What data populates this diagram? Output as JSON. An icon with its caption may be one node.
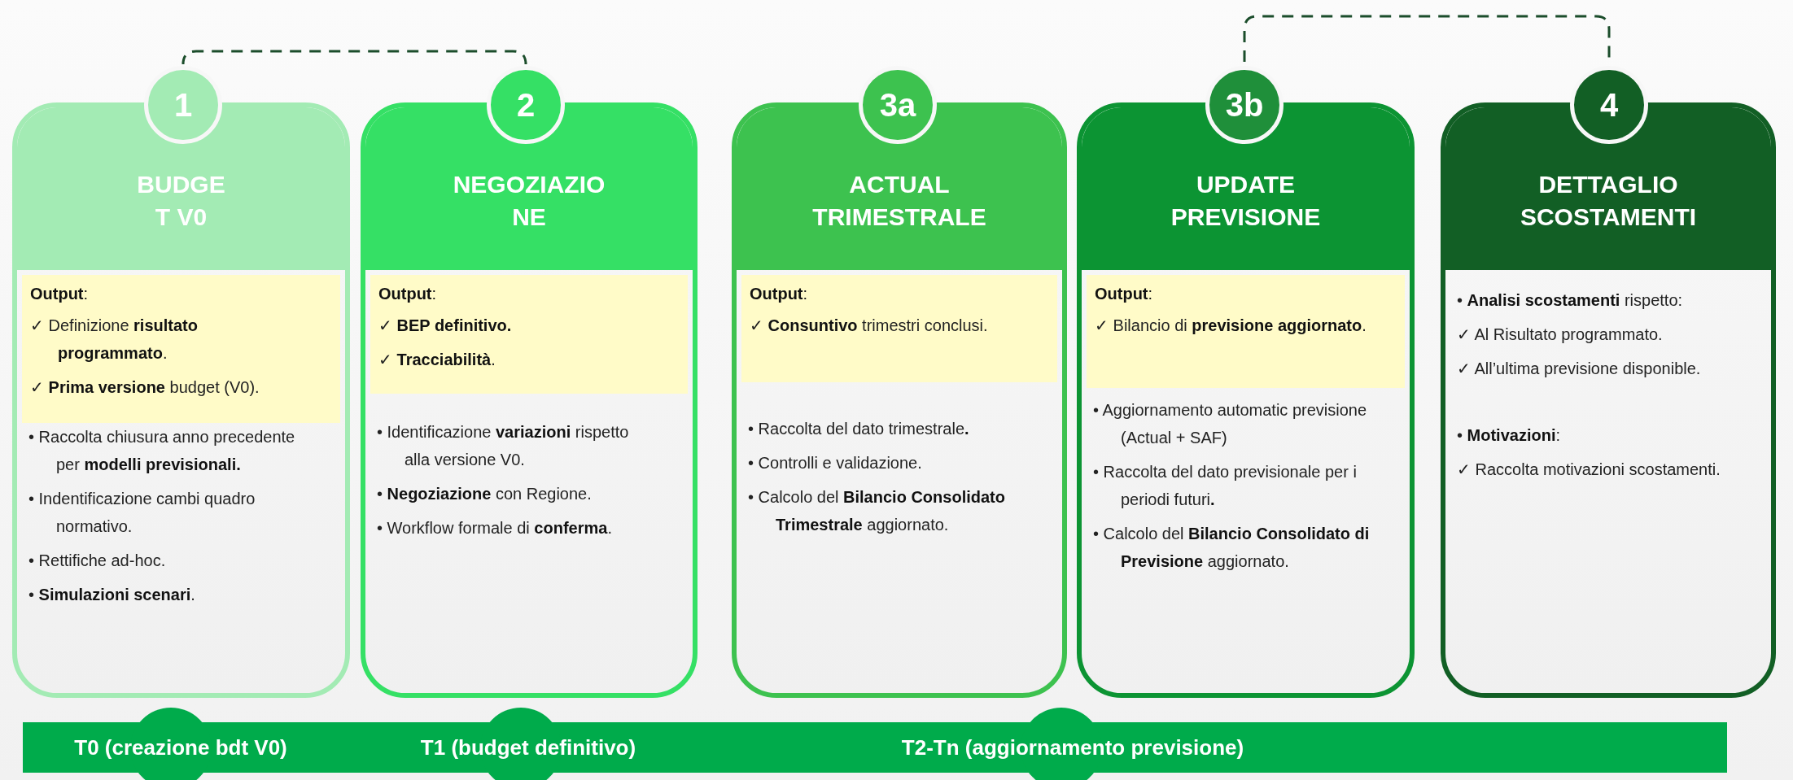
{
  "diagram": {
    "nodes": [
      {
        "text": [
          "1"
        ]
      },
      {
        "text": [
          "BUDGE T V0",
          "• Raccolta chiusura anno precedente per **modelli previsionali.**",
          "• Indentificazione cambi quadro normativo.",
          "• Rettifiche ad-hoc.",
          "• **Simulazioni scenari**."
        ]
      },
      {
        "text": [
          "**Output**:",
          "✓ Definizione **risultato programmato**.",
          "✓ **Prima versione** budget (V0)."
        ],
        "in": 1
      },
      {
        "text": [
          "2"
        ]
      },
      {
        "text": [
          "NEGOZIAZIO NE",
          "• Identificazione **variazioni** rispetto alla versione V0.",
          "• **Negoziazione** con Regione.",
          "• Workflow formale di **conferma**."
        ]
      },
      {
        "text": [
          "**Output**:",
          "✓ **BEP definitivo.**",
          "✓ **Tracciabilità**."
        ],
        "in": 4
      },
      {
        "text": [
          "3a"
        ]
      },
      {
        "text": [
          "ACTUAL TRIMESTRALE",
          "• Raccolta del dato trimestrale**.**",
          "• Controlli e validazione.",
          "• Calcolo del **Bilancio Consolidato Trimestrale** aggiornato."
        ]
      },
      {
        "text": [
          "**Output**:",
          "✓ **Consuntivo** trimestri conclusi."
        ],
        "in": 7
      },
      {
        "text": [
          "3b"
        ]
      },
      {
        "text": [
          "UPDATE PREVISIONE",
          "• Aggiornamento automatic previsione (Actual + SAF)",
          "• Raccolta del dato previsionale per i periodi futuri**.**",
          "• Calcolo del **Bilancio Consolidato di Previsione** aggiornato."
        ]
      },
      {
        "text": [
          "**Output**:",
          "✓ Bilancio di **previsione aggiornato**."
        ],
        "in": 10
      },
      {
        "text": [
          "4"
        ]
      },
      {
        "text": [
          "DETTAGLIO SCOSTAMENTI",
          "• **Analisi scostamenti** rispetto:",
          "✓ Al Risultato programmato.",
          "✓  All’ultima previsione disponible.",
          "• **Motivazioni**:",
          "✓ Raccolta motivazioni scostamenti."
        ]
      },
      {
        "text": [
          "T0 (creazione bdt V0)",
          "T1 (budget definitivo)",
          "T2-Tn (aggiornamento previsione)"
        ]
      }
    ],
    "edges": [
      {
        "from": 0,
        "to": 3,
        "arrow": "none",
        "style": "dashed"
      },
      {
        "from": 9,
        "to": 12,
        "arrow": "none",
        "style": "dashed"
      }
    ]
  }
}
